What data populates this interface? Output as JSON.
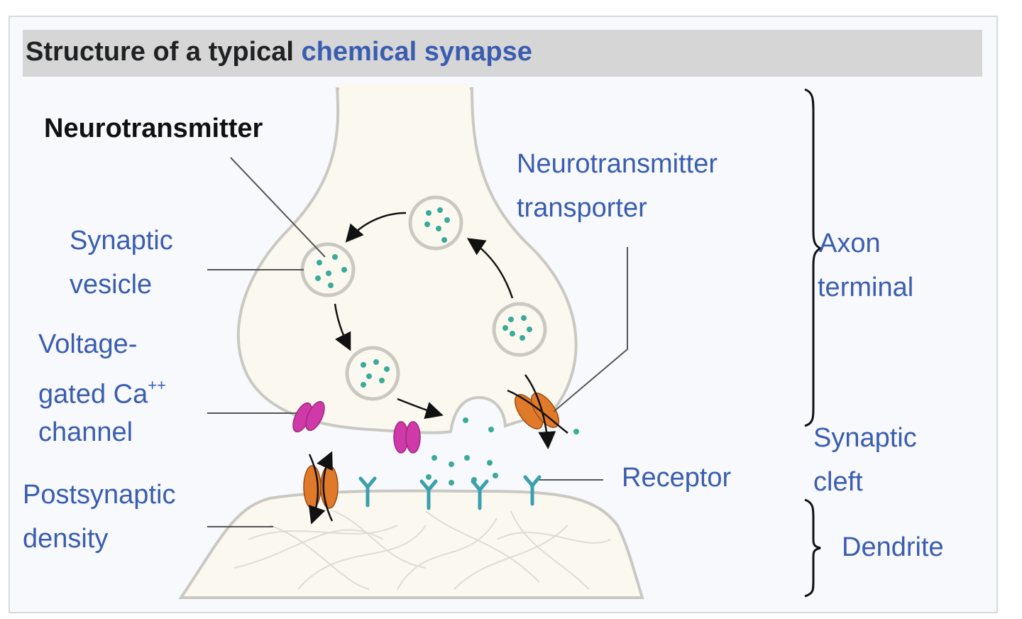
{
  "caption": {
    "prefix": "Structure of a typical ",
    "link": "chemical synapse"
  },
  "labels": {
    "neurotransmitter": "Neurotransmitter",
    "synaptic_vesicle_1": "Synaptic",
    "synaptic_vesicle_2": "vesicle",
    "vgcc_1": "Voltage-",
    "vgcc_2": "gated Ca",
    "vgcc_sup": "++",
    "vgcc_3": "channel",
    "psd_1": "Postsynaptic",
    "psd_2": "density",
    "transporter_1": "Neurotransmitter",
    "transporter_2": "transporter",
    "receptor": "Receptor",
    "axon_terminal_1": "Axon",
    "axon_terminal_2": "terminal",
    "synaptic_cleft_1": "Synaptic",
    "synaptic_cleft_2": "cleft",
    "dendrite": "Dendrite"
  },
  "colors": {
    "link_blue": "#3a5db0",
    "vesicle_dot": "#3aaa9a",
    "ca_channel": "#d03aa8",
    "transporter": "#e07a2a",
    "receptor": "#3aa0b0",
    "membrane": "#c9c9c2",
    "cytoplasm": "#fbf9ef"
  }
}
